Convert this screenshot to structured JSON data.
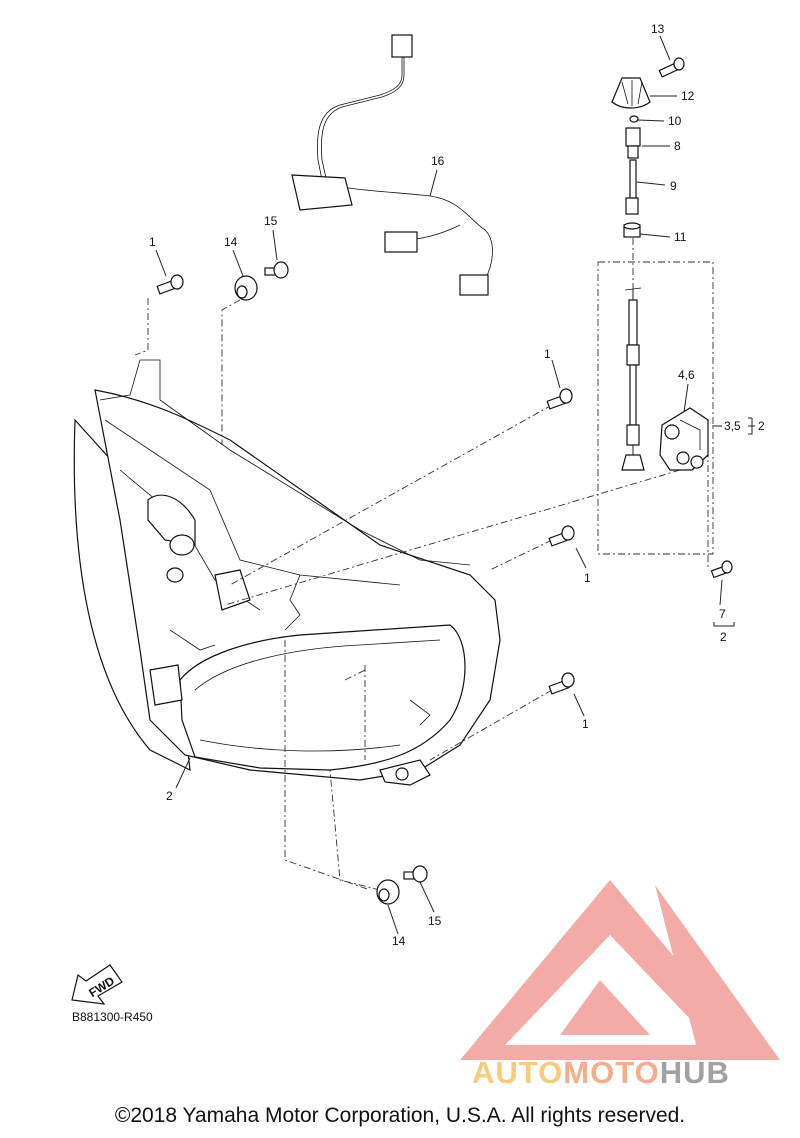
{
  "callouts": {
    "c1a": "1",
    "c1b": "1",
    "c1c": "1",
    "c1d": "1",
    "c2a": "2",
    "c2b": "2",
    "c2c": "2",
    "c35": "3,5",
    "c46": "4,6",
    "c7": "7",
    "c8": "8",
    "c9": "9",
    "c10": "10",
    "c11": "11",
    "c12": "12",
    "c13": "13",
    "c14a": "14",
    "c14b": "14",
    "c15a": "15",
    "c15b": "15",
    "c16": "16"
  },
  "fwd_label": "FWD",
  "diagram_code": "B881300-R450",
  "watermark": {
    "part1": "AUTO",
    "part2": "MOTO",
    "part3": "HUB"
  },
  "copyright": "©2018 Yamaha Motor Corporation, U.S.A. All rights reserved.",
  "colors": {
    "watermark_red": "#e8675f",
    "watermark_orange": "#f4b642",
    "watermark_gray": "#8a8a8a",
    "line": "#222222"
  }
}
